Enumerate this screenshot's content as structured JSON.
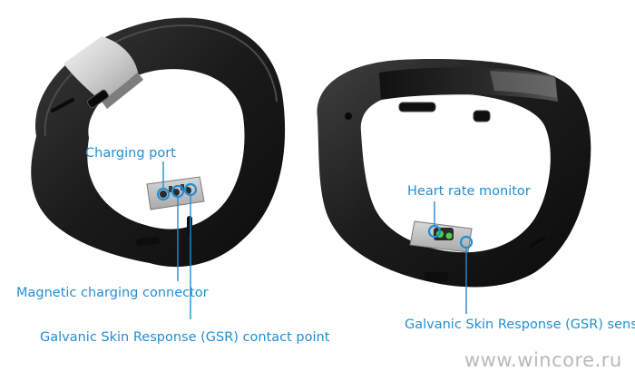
{
  "labels": {
    "charging_port": "Charging port",
    "magnetic_connector": "Magnetic charging connector",
    "gsr_contact": "Galvanic Skin Response (GSR) contact point",
    "heart_rate": "Heart rate monitor",
    "gsr_sensor": "Galvanic Skin Response (GSR) sensor"
  },
  "watermark": "www.wincore.ru",
  "colors": {
    "accent": "#1f8fd6",
    "band": "#1c1c1c",
    "watermark": "#b9b9b9",
    "sensor_green": "#4ad04a"
  }
}
